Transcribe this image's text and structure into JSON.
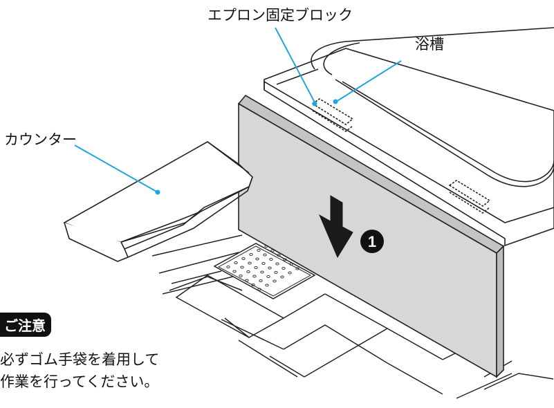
{
  "labels": {
    "apron_block": "エプロン固定ブロック",
    "bathtub": "浴槽",
    "counter": "カウンター"
  },
  "step_number": "1",
  "caution": {
    "badge": "ご注意",
    "line1": "必ずゴム手袋を着用して",
    "line2": "作業を行ってください。"
  },
  "colors": {
    "leader_line": "#1fa6dc",
    "apron_face": "#d7d7d7",
    "apron_top": "#c4c4c4",
    "outline": "#222222"
  }
}
